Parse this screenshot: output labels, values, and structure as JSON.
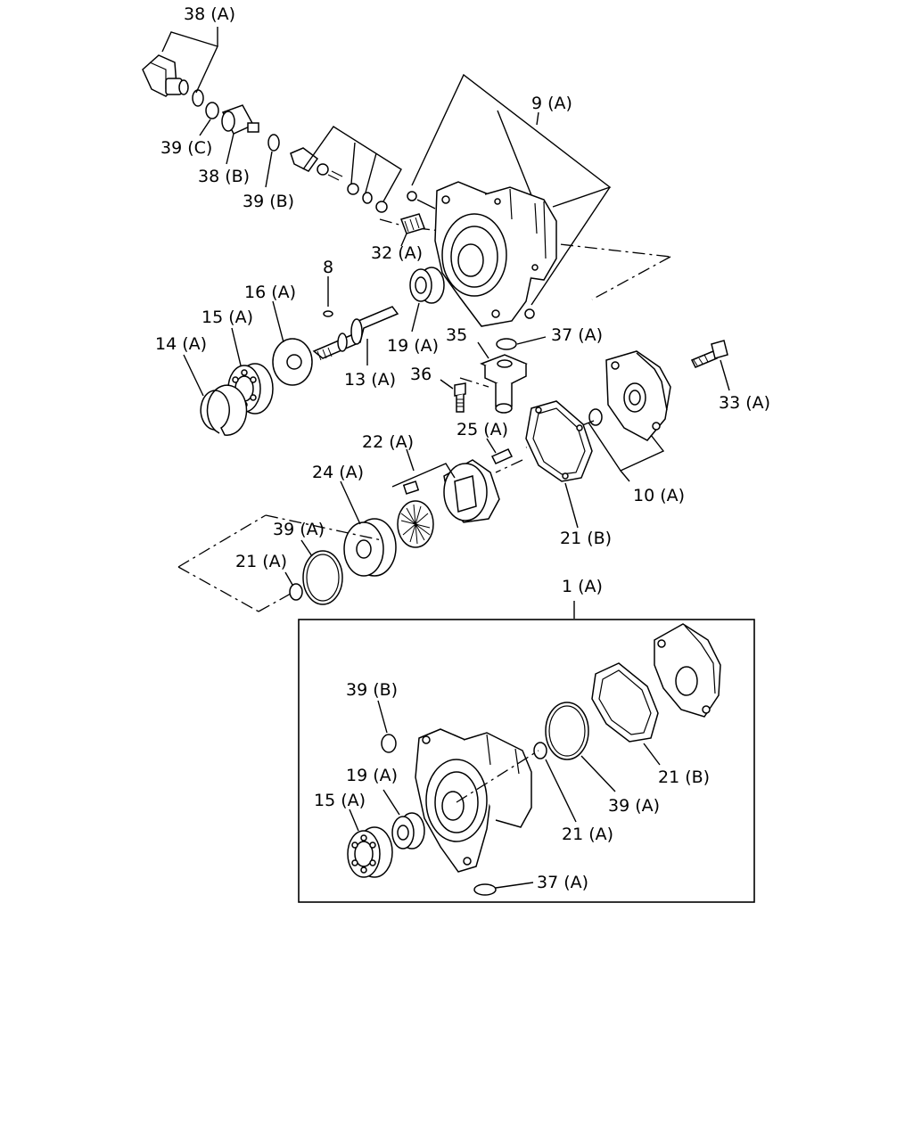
{
  "labels": {
    "l38a": "38 (A)",
    "l39c": "39 (C)",
    "l38b": "38 (B)",
    "l39b_top": "39 (B)",
    "l9a": "9 (A)",
    "l32a": "32 (A)",
    "l8": "8",
    "l16a": "16 (A)",
    "l15a_top": "15 (A)",
    "l14a": "14 (A)",
    "l19a_top": "19 (A)",
    "l35": "35",
    "l37a_top": "37 (A)",
    "l13a": "13 (A)",
    "l36": "36",
    "l33a": "33 (A)",
    "l25a": "25 (A)",
    "l22a": "22 (A)",
    "l24a": "24 (A)",
    "l10a": "10 (A)",
    "l39a_top": "39 (A)",
    "l21a_top": "21 (A)",
    "l21b_top": "21 (B)",
    "l1a": "1 (A)",
    "l39b_box": "39 (B)",
    "l19a_box": "19 (A)",
    "l15a_box": "15 (A)",
    "l21b_box": "21 (B)",
    "l39a_box": "39 (A)",
    "l21a_box": "21 (A)",
    "l37a_box": "37 (A)"
  }
}
